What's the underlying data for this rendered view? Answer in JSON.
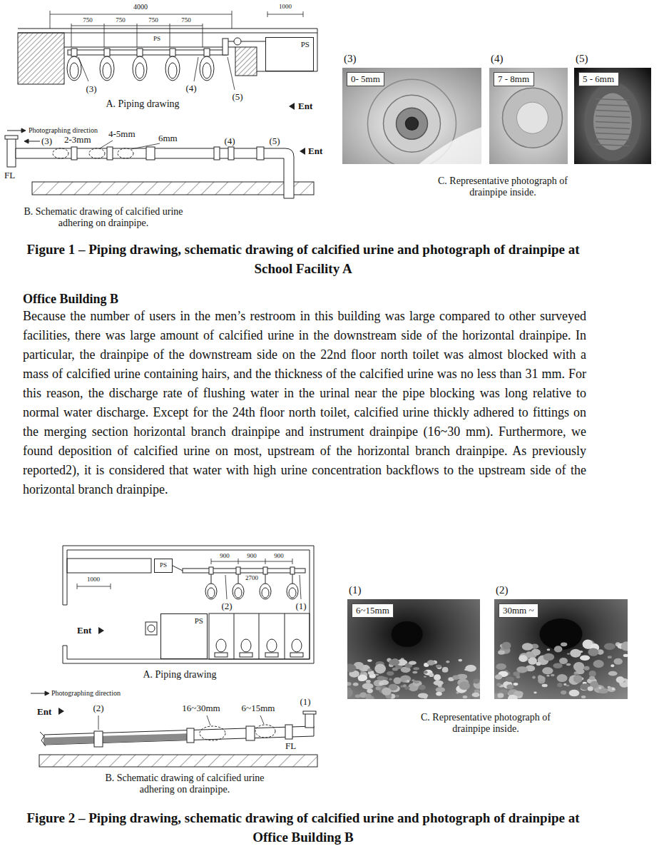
{
  "diagram": {
    "nodes": [
      {
        "text": [
          "PS"
        ]
      },
      {
        "text": [
          "(3)"
        ]
      },
      {
        "text": [
          "0- 5mm"
        ],
        "in": 1
      },
      {
        "text": [
          "(4)"
        ]
      },
      {
        "text": [
          "7 - 8mm"
        ],
        "in": 3
      },
      {
        "text": [
          "(5)"
        ]
      },
      {
        "text": [
          "5 - 6mm"
        ],
        "in": 5
      },
      {
        "text": [
          "PS"
        ]
      },
      {
        "text": [
          "PS"
        ]
      },
      {
        "text": [
          "(1)"
        ]
      },
      {
        "text": [
          "6~15mm"
        ],
        "in": 9
      },
      {
        "text": [
          "(2)"
        ]
      },
      {
        "text": [
          "30mm ~"
        ],
        "in": 11
      }
    ],
    "labels": [
      "4000",
      "750",
      "750",
      "750",
      "750",
      "1000",
      "PS",
      "(3)",
      "(4)",
      "(5)",
      "A. Piping drawing",
      "Ent",
      "Photographing direction",
      "(3)",
      "2-3mm",
      "4-5mm",
      "6mm",
      "(4)",
      "(5)",
      "Ent",
      "FL",
      "B. Schematic drawing of calcified urine adhering on drainpipe.",
      "C. Representative photograph of drainpipe inside.",
      "Figure 1 – Piping drawing, schematic drawing of calcified urine and photograph of drainpipe at School Facility A",
      "Office Building B",
      "Because the number of users in the men’s restroom in this building was large compared to other surveyed facilities, there was large amount of calcified urine in the downstream side of the horizontal drainpipe. In particular, the drainpipe of the downstream side on the 22nd floor north toilet was almost blocked with a mass of calcified urine containing hairs, and the thickness of the calcified urine was no less than 31 mm. For this reason, the discharge rate of flushing water in the urinal near the pipe blocking was long relative to normal water discharge. Except for the 24th floor north toilet, calcified urine thickly adhered to fittings on the merging section horizontal branch drainpipe and instrument drainpipe (16~30 mm). Furthermore, we found deposition of calcified urine on most, upstream of the horizontal branch drainpipe. As previously reported2), it is considered that water with high urine concentration backflows to the upstream side of the horizontal branch drainpipe.",
      "1000",
      "900",
      "900",
      "900",
      "2700",
      "(2)",
      "(1)",
      "Ent",
      "A. Piping drawing",
      "Photographing direction",
      "Ent",
      "(2)",
      "16~30mm",
      "6~15mm",
      "(1)",
      "FL",
      "B. Schematic drawing of calcified urine adhering on drainpipe.",
      "C. Representative photograph of drainpipe inside.",
      "Figure 2 – Piping drawing, schematic drawing of calcified urine and photograph of drainpipe at Office Building B"
    ]
  }
}
